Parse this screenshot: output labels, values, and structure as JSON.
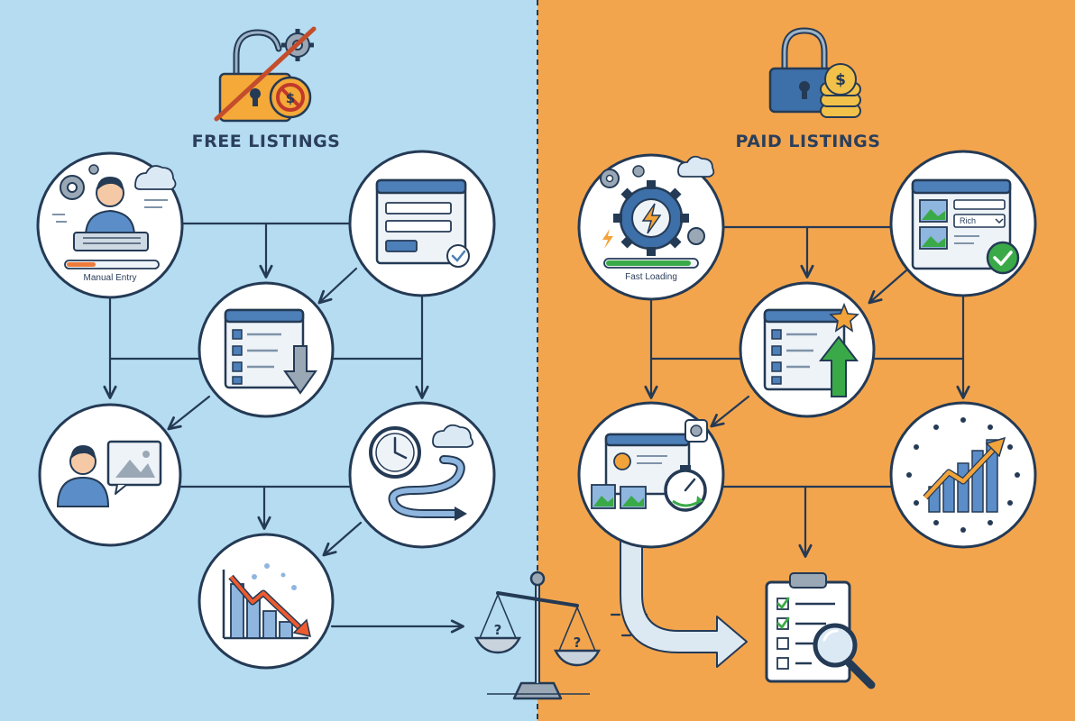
{
  "free_panel": {
    "title": "FREE LISTINGS",
    "background": "#b5dcf1",
    "nodes": {
      "manual_entry": {
        "label": "Manual Entry",
        "icon": "person-at-keyboard-icon"
      },
      "basic_form": {
        "icon": "simple-form-window-icon"
      },
      "basic_list": {
        "icon": "list-window-down-arrow-icon"
      },
      "profile_image": {
        "icon": "profile-image-placeholder-icon"
      },
      "slow_process": {
        "icon": "clock-winding-path-icon"
      },
      "declining_chart": {
        "icon": "declining-bar-chart-icon"
      }
    }
  },
  "paid_panel": {
    "title": "PAID LISTINGS",
    "background": "#f3a54d",
    "nodes": {
      "fast_loading": {
        "label": "Fast Loading",
        "icon": "gear-lightning-icon"
      },
      "rich_form": {
        "dropdown": "Rich",
        "icon": "rich-form-window-check-icon"
      },
      "boosted_list": {
        "icon": "list-window-up-arrow-star-icon"
      },
      "fast_media": {
        "icon": "media-window-stopwatch-icon"
      },
      "growth_chart": {
        "icon": "rising-bar-chart-icon"
      },
      "checklist_review": {
        "icon": "clipboard-magnifier-icon"
      }
    }
  },
  "center": {
    "icon": "balance-scale-question-icon",
    "marks": [
      "?",
      "?"
    ]
  },
  "colors": {
    "stroke": "#243a55",
    "green": "#3aaa48",
    "window_bar": "#4d7fb9",
    "window_body": "#eef3f8",
    "orange_accent": "#f2a33a",
    "lock": "#f4a938"
  }
}
